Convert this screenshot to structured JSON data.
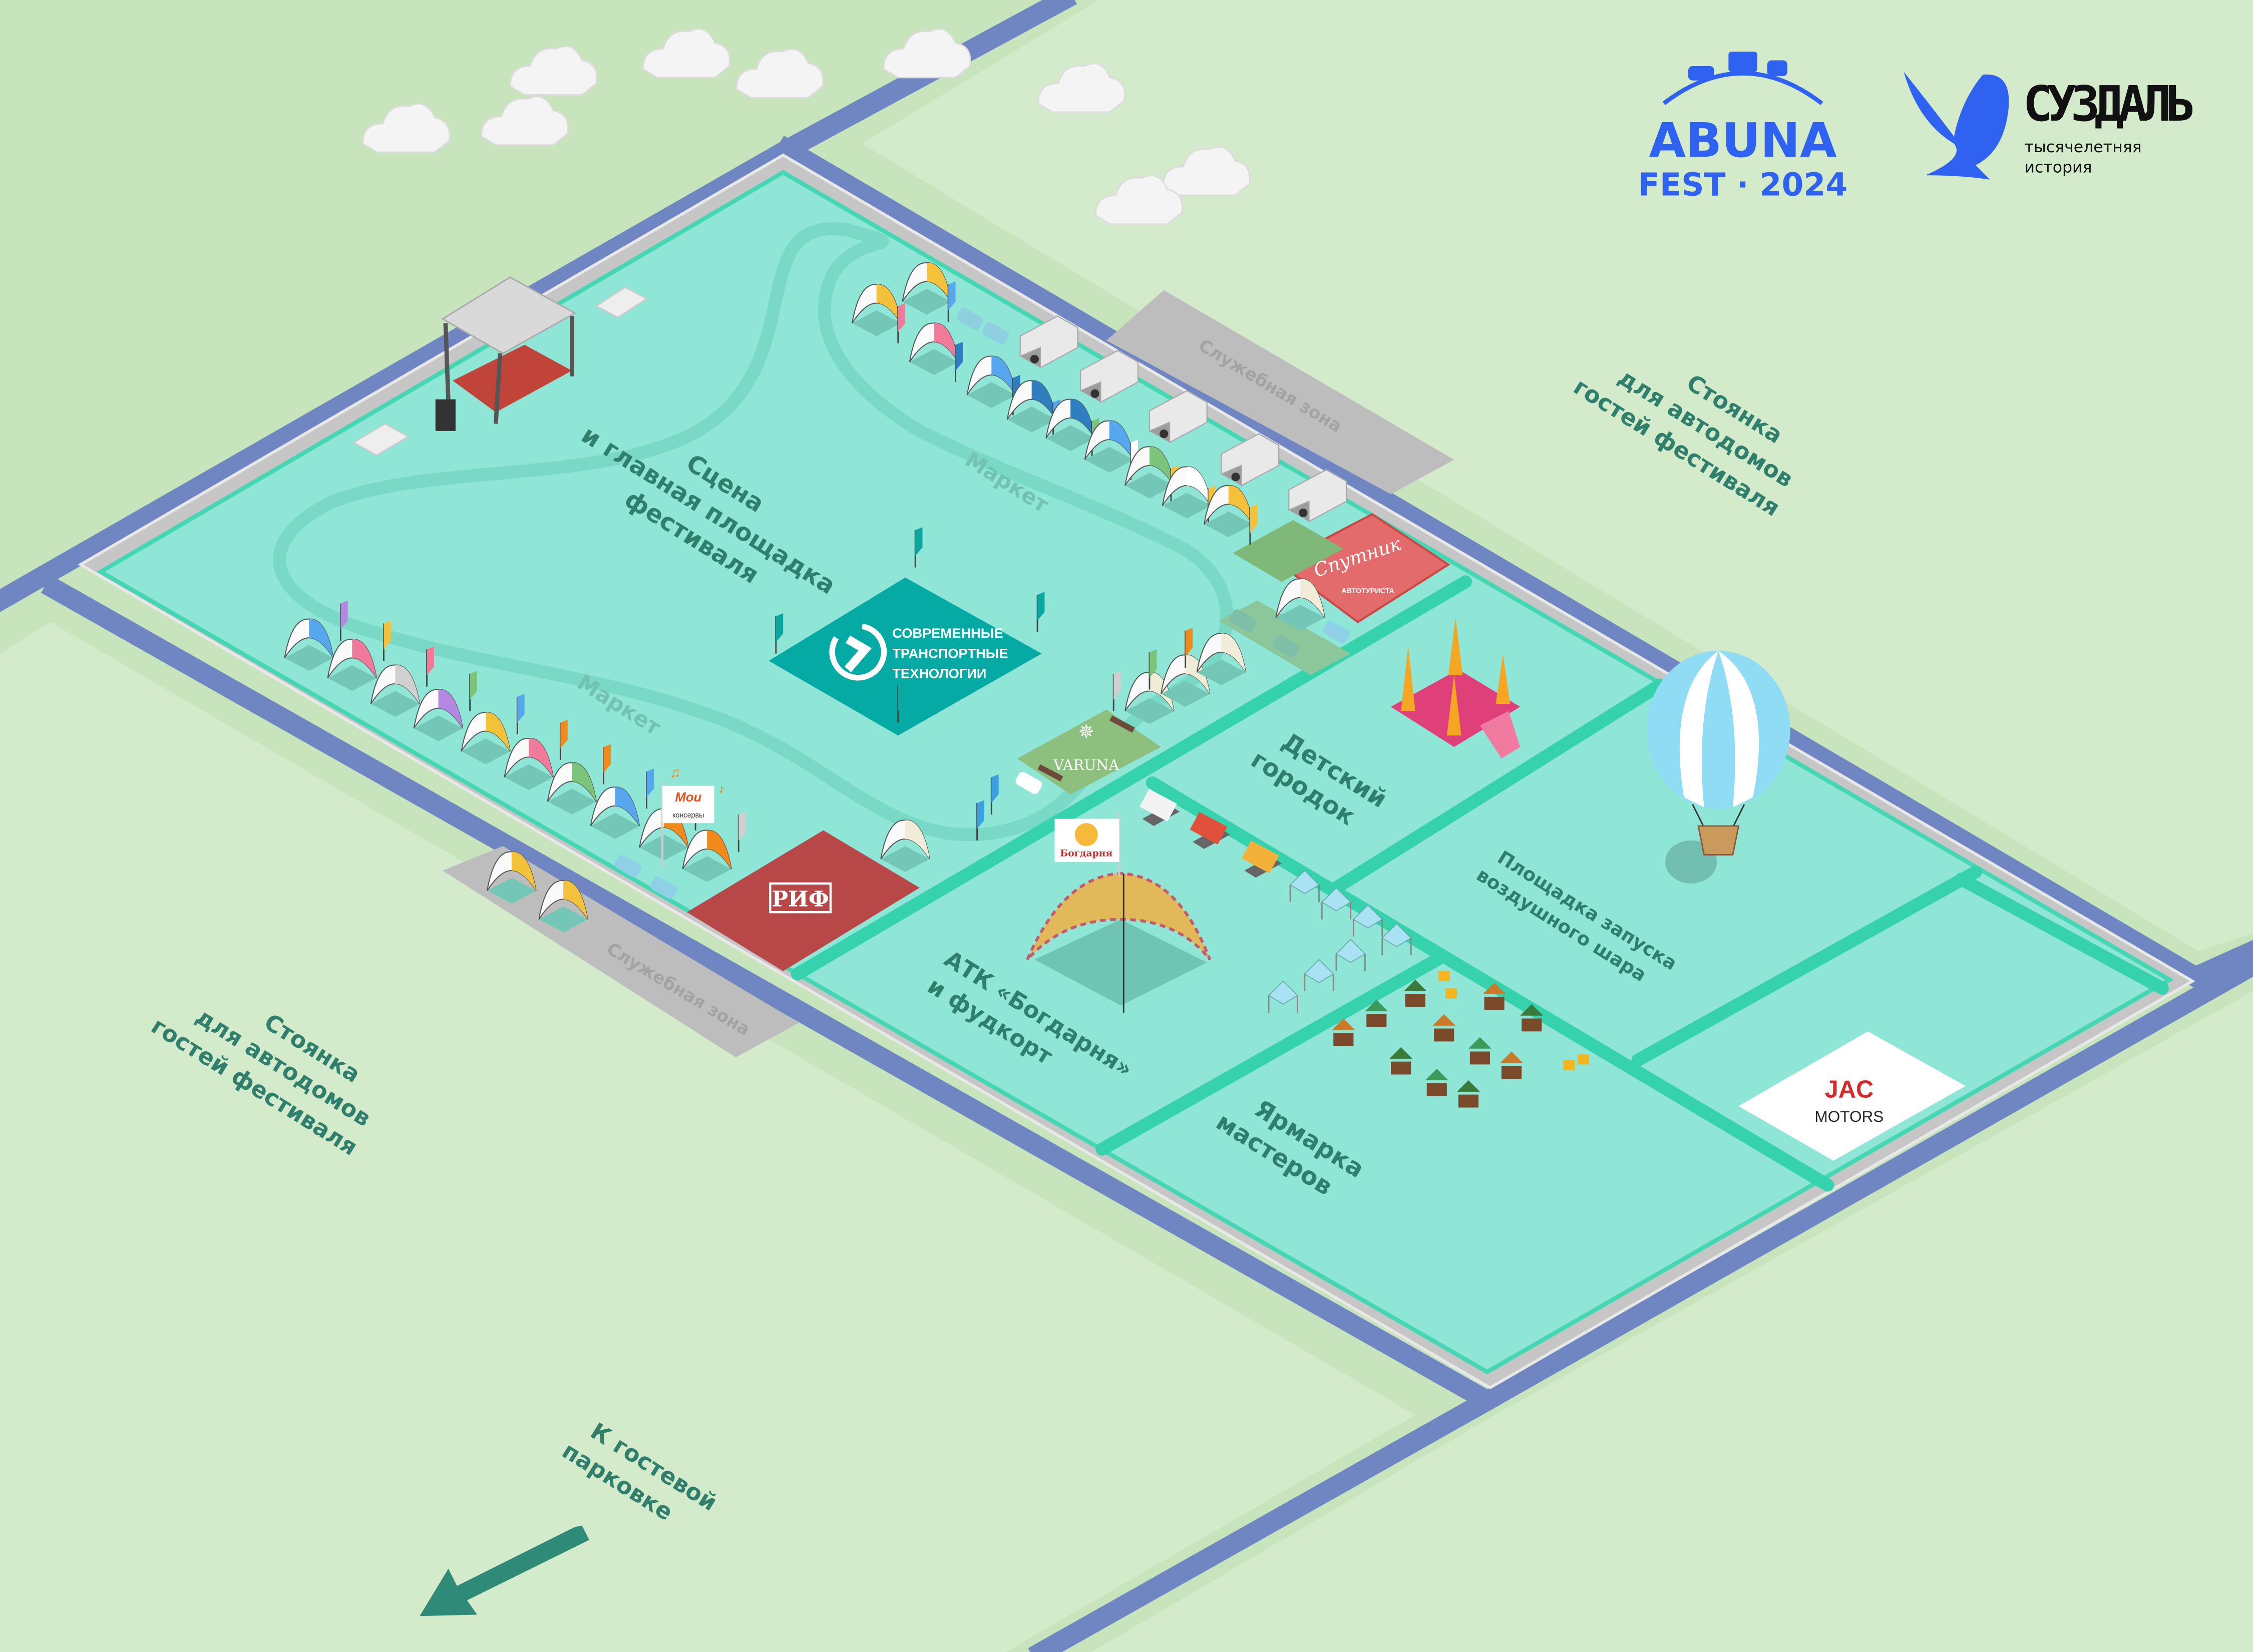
{
  "logos": {
    "abuna": {
      "line1": "ABUNA",
      "line2": "FEST · 2024",
      "color": "#2f62f0"
    },
    "suzdal": {
      "name": "СУЗДАЛЬ",
      "tagline_1": "тысячелетняя",
      "tagline_2": "история",
      "color": "#2f62f0"
    }
  },
  "zones": {
    "stage": {
      "line1": "Сцена",
      "line2": "и главная площадка",
      "line3": "фестиваля"
    },
    "market_top": "Маркет",
    "market_left": "Маркет",
    "service_top": "Служебная зона",
    "service_bottom": "Служебная зона",
    "kids": {
      "line1": "Детский",
      "line2": "городок"
    },
    "balloon": {
      "line1": "Площадка запуска",
      "line2": "воздушного шара"
    },
    "foodcourt": {
      "line1": "АТК «Богдарня»",
      "line2": "и фудкорт"
    },
    "crafts": {
      "line1": "Ярмарка",
      "line2": "мастеров"
    },
    "parking_right": {
      "line1": "Стоянка",
      "line2": "для автодомов",
      "line3": "гостей фестиваля"
    },
    "parking_left": {
      "line1": "Стоянка",
      "line2": "для автодомов",
      "line3": "гостей фестиваля"
    },
    "guest_parking": {
      "line1": "К гостевой",
      "line2": "парковке"
    }
  },
  "sponsors": {
    "stt": {
      "line1": "СОВРЕМЕННЫЕ",
      "line2": "ТРАНСПОРТНЫЕ",
      "line3": "ТЕХНОЛОГИИ"
    },
    "sputnik": {
      "script": "Спутник",
      "sub": "АВТОТУРИСТА"
    },
    "varuna": "VARUNA",
    "rif": "РИФ",
    "moi_konservy": {
      "line1": "Мои",
      "line2": "консервы"
    },
    "bogdarnya": "Богдарня",
    "jac": {
      "line1": "JAC",
      "line2": "MOTORS"
    }
  },
  "colors": {
    "grass": "#c8e4bd",
    "grass_light": "#d5ecce",
    "festival_area": "#8fe5d6",
    "inner_paths": "#35d2ad",
    "road": "#6f86c2",
    "fence": "#c6c6c6",
    "service_zone": "#bdbdbd",
    "label": "#2f7f6c"
  }
}
